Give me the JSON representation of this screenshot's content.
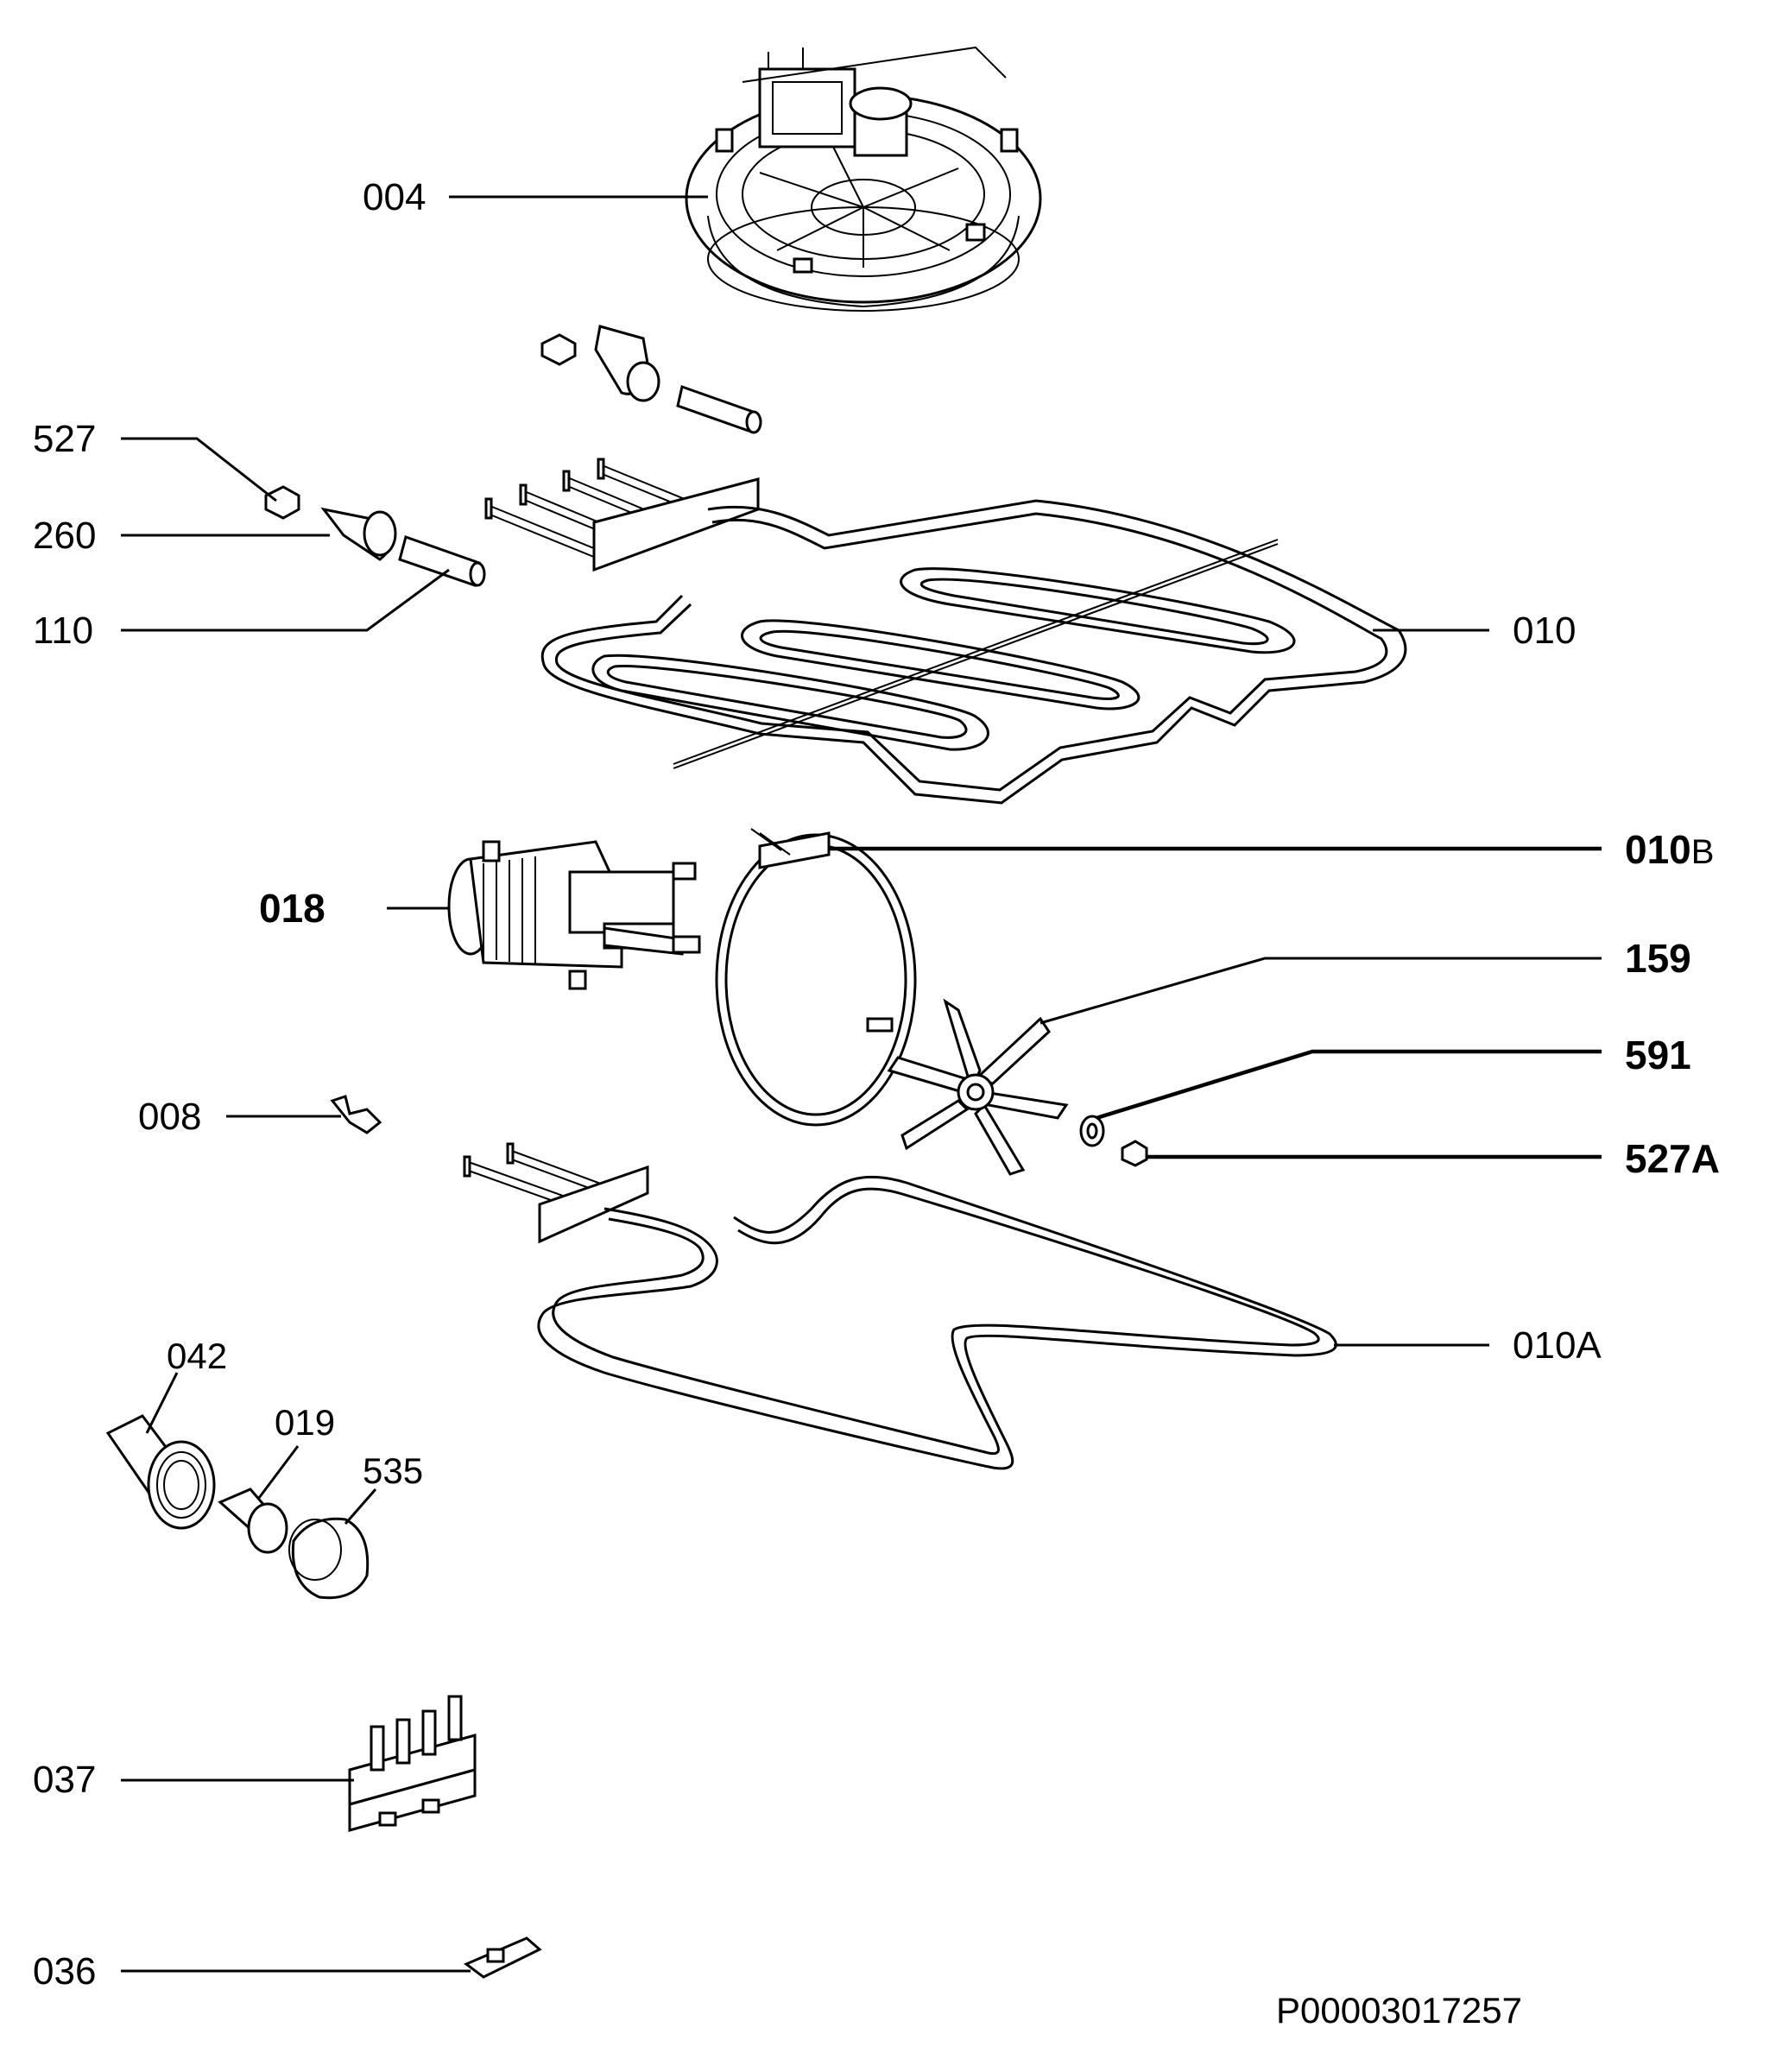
{
  "labels": {
    "p004": "004",
    "p527": "527",
    "p260": "260",
    "p110": "110",
    "p010": "010",
    "p010b_main": "010",
    "p010b_suffix": "B",
    "p018": "018",
    "p159": "159",
    "p591": "591",
    "p008": "008",
    "p527a": "527A",
    "p010a": "010A",
    "p042": "042",
    "p019": "019",
    "p535": "535",
    "p037": "037",
    "p036": "036"
  },
  "drawing_number": "P00003017257",
  "icons": {
    "fan_motor": "fan-motor-icon",
    "grill_element": "grill-element-icon",
    "circular_element": "circular-element-icon",
    "fan_blade": "fan-blade-icon",
    "lower_element": "lower-element-icon",
    "lamp_holder": "lamp-holder-icon",
    "terminal_block": "terminal-block-icon"
  }
}
